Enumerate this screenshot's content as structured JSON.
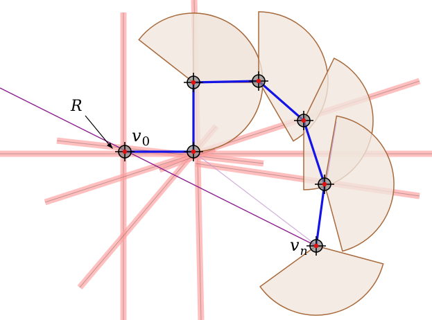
{
  "labels": {
    "radius": "R",
    "start_vertex": "v",
    "start_vertex_sub": "0",
    "end_vertex": "v",
    "end_vertex_sub": "n"
  },
  "colors": {
    "background": "#ffffff",
    "band": "#ff9c9c",
    "band_core": "#7a5a5a",
    "sector_fill": "#efe5dc",
    "sector_stroke": "#a86a3c",
    "path": "#1414e6",
    "diagonal": "#8a1a8a",
    "vertex_fill": "#8a8a8a",
    "vertex_dot": "#e01010"
  },
  "icons": {
    "vertex_marker": "crosshair-circle-icon"
  }
}
